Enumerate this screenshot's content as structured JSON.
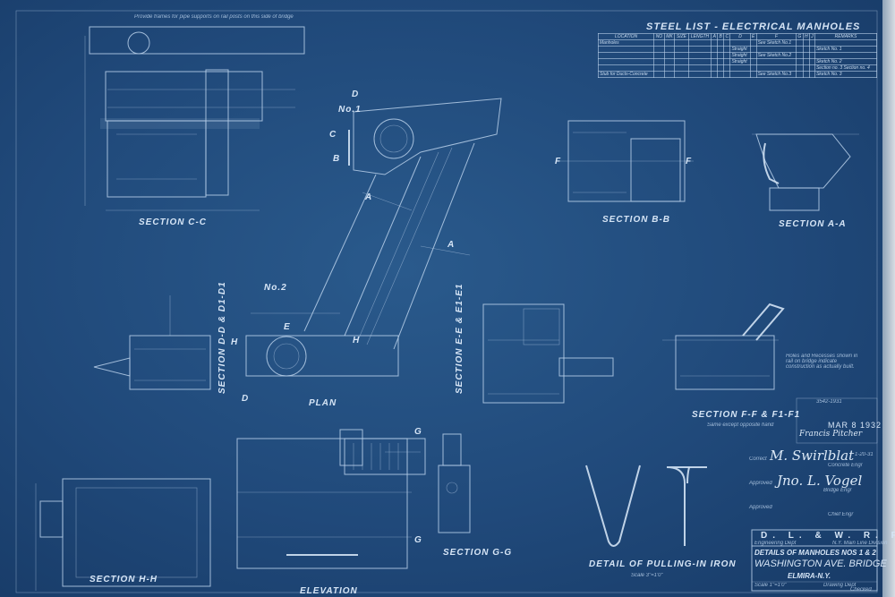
{
  "steel_list": {
    "title": "STEEL LIST - ELECTRICAL MANHOLES",
    "columns": [
      "LOCATION",
      "NO",
      "MK",
      "SIZE",
      "LENGTH",
      "A",
      "B",
      "C",
      "D",
      "E",
      "F",
      "G",
      "H",
      "J",
      "REMARKS"
    ],
    "row_labels": [
      "Manholes",
      "Stub for Ducts-Concrete"
    ],
    "remarks": [
      "Sketch No. 1",
      "Sketch No. 2",
      "Section no. 3",
      "Section no. 4",
      "Sketch No. 3"
    ],
    "notes": [
      "Straight",
      "Straight",
      "Straight",
      "See Sketch No.1",
      "See Sketch No.2",
      "See Sketch No.3"
    ]
  },
  "views": {
    "no1": "No.1",
    "no2": "No.2",
    "plan": "PLAN",
    "section_cc": "SECTION C-C",
    "section_bb": "SECTION B-B",
    "section_aa": "SECTION A-A",
    "section_dd": "SECTION D-D & D1-D1",
    "section_ee": "SECTION E-E & E1-E1",
    "section_ff": "SECTION F-F & F1-F1",
    "section_ff_note": "Same except opposite hand",
    "section_hh": "SECTION H-H",
    "elevation": "ELEVATION",
    "section_gg": "SECTION G-G",
    "pulling_iron": "DETAIL OF PULLING-IN IRON",
    "pulling_iron_scale": "Scale 3\"=1'0\"",
    "top_note": "Provide frames for pipe supports on rail posts on this side of bridge",
    "right_note": "Holes and Recesses shown in rail on bridge indicate construction as actually built."
  },
  "markers": {
    "a": "A",
    "b": "B",
    "c": "C",
    "d": "D",
    "e": "E",
    "f": "F",
    "g": "G",
    "h": "H"
  },
  "stamp": {
    "date": "MAR 8 1932",
    "number": "3542-1931"
  },
  "approvals": {
    "correct_label": "Correct",
    "correct_sig": "M. Swirlblat",
    "correct_date": "1-20-31",
    "correct_role": "Concrete Engr",
    "approved_label": "Approved",
    "approved_sig": "Jno. L. Vogel",
    "approved_role": "Bridge Engr",
    "approved2_label": "Approved",
    "approved2_role": "Chief Engr",
    "stamp_sig": "Francis Pitcher"
  },
  "title_block": {
    "company": "D. L. & W. R. R.",
    "dept_left": "Engineering Dept",
    "dept_right": "N.Y. Main Line Division",
    "line1": "DETAILS OF MANHOLES NOS 1 & 2",
    "line2": "WASHINGTON AVE. BRIDGE",
    "line3": "ELMIRA-N.Y.",
    "scale": "Scale 1\"=1'0\"",
    "drawn": "Drawing Dept",
    "checked": "Checked"
  }
}
